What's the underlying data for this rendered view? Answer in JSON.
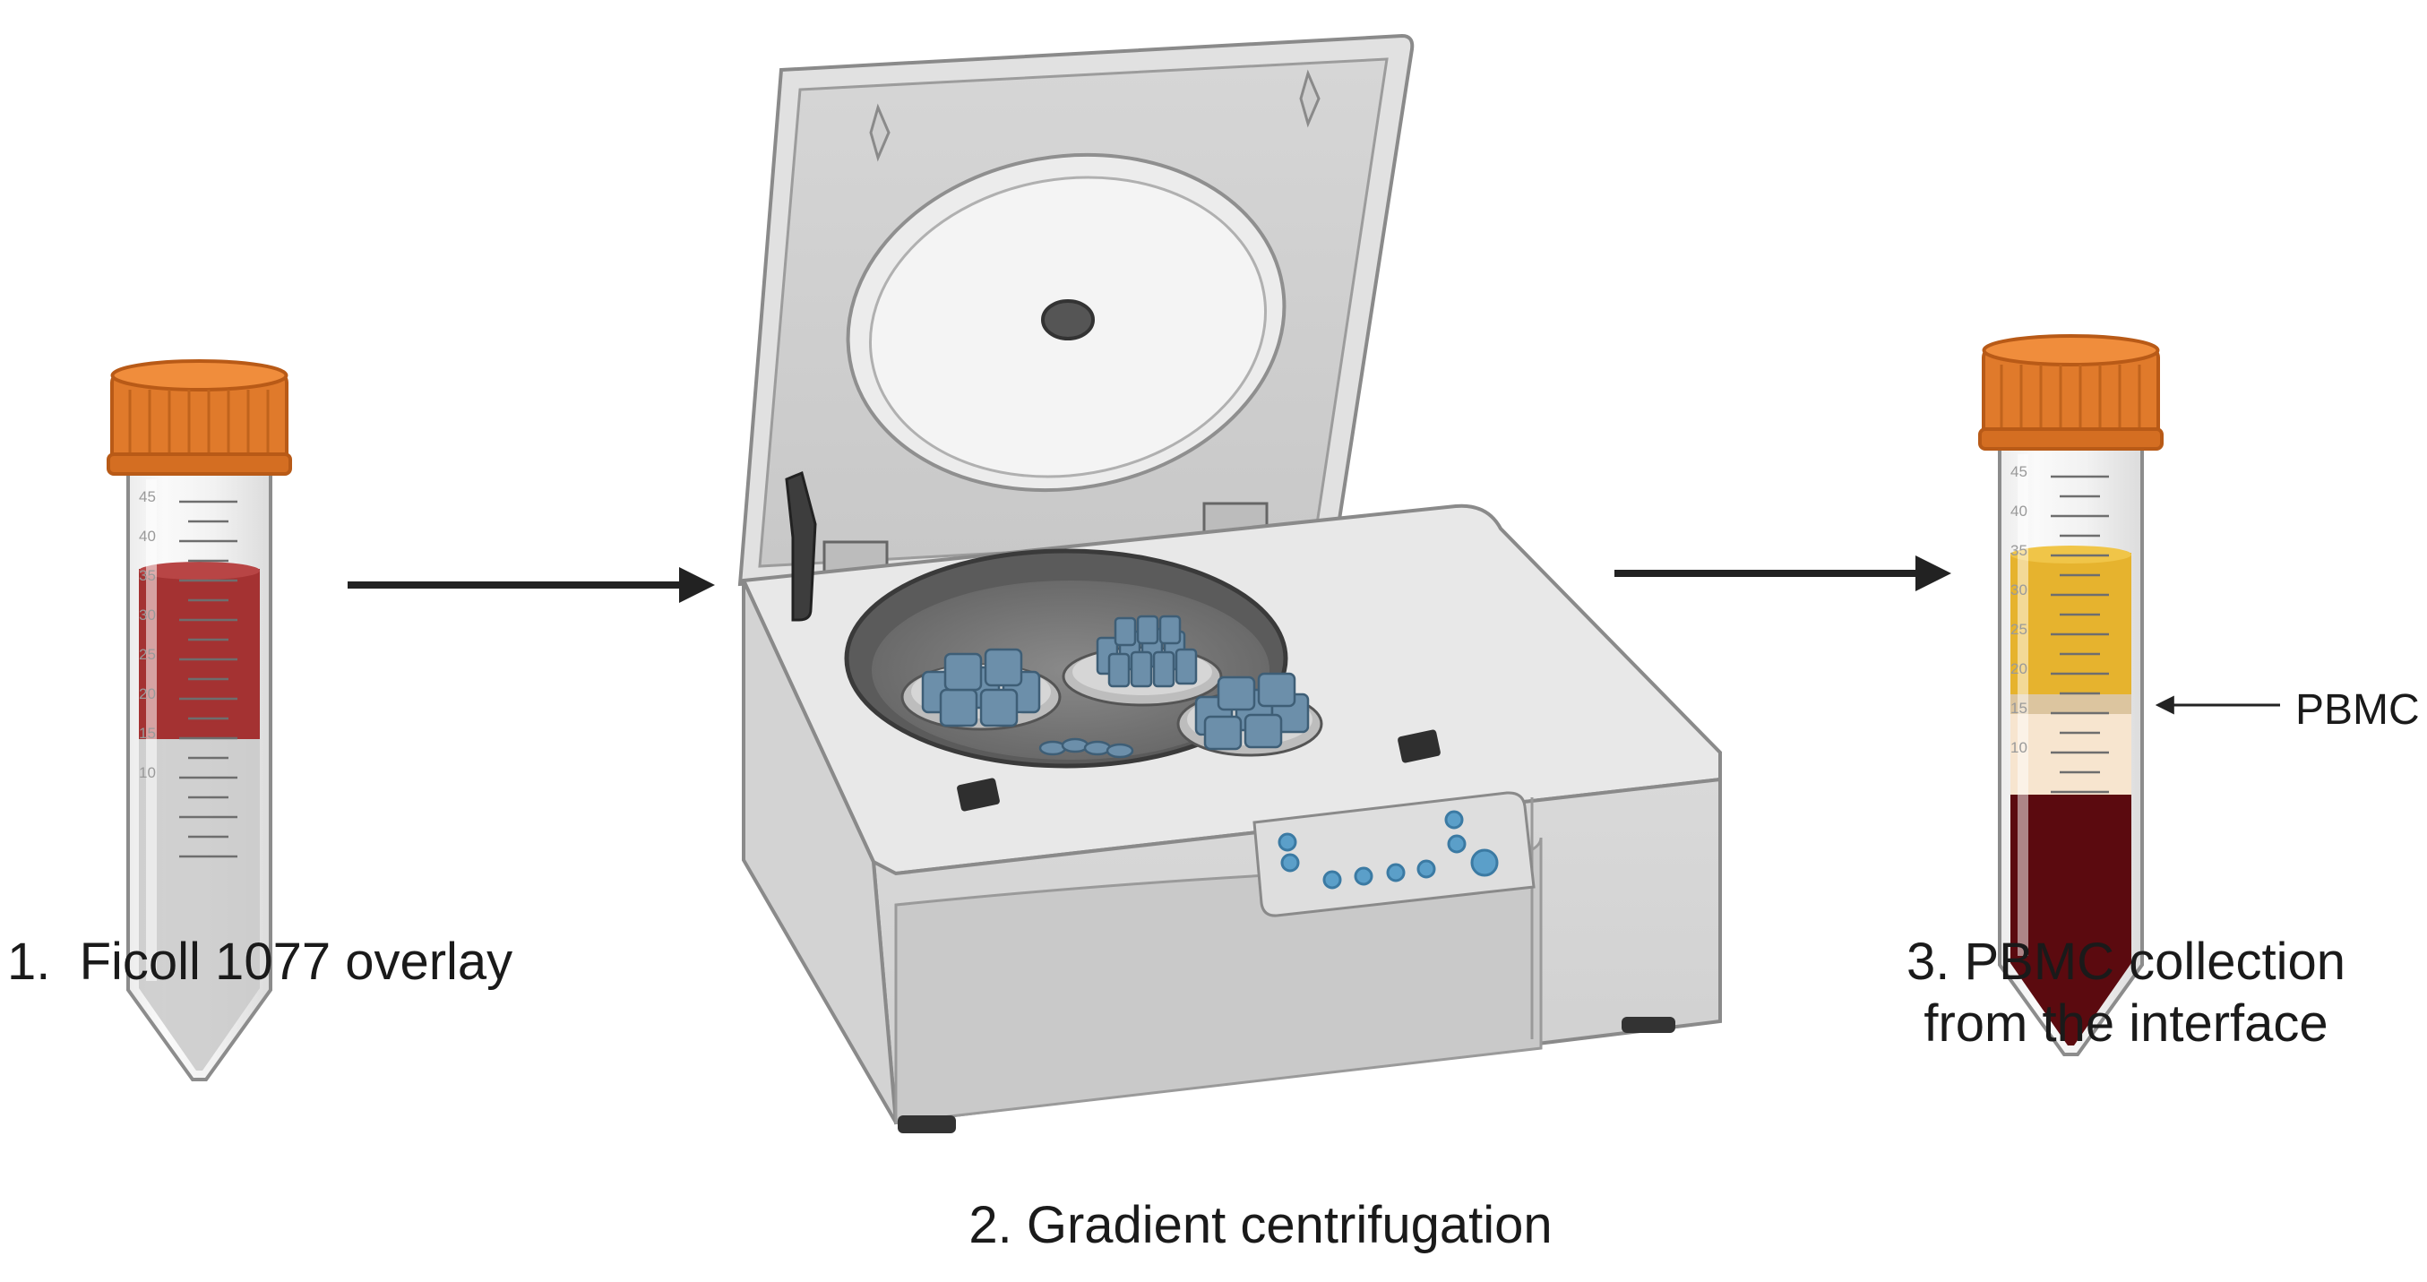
{
  "steps": [
    {
      "line1": "1.  Ficoll 1077 overlay"
    },
    {
      "line1": "2. Gradient centrifugation"
    },
    {
      "line1": "3. PBMC collection",
      "line2": "from the interface"
    }
  ],
  "pbmc_label": "PBMC",
  "tube_marks": [
    "45",
    "40",
    "35",
    "30",
    "25",
    "20",
    "15",
    "10"
  ],
  "colors": {
    "cap": "#e07a2b",
    "cap_dark": "#b85a17",
    "blood": "#a43232",
    "plasma": "#e6b32e",
    "pbmc_layer": "#f7e5cf",
    "rbc": "#5b0a0f",
    "ficoll": "#c9c9c9",
    "device_body": "#e4e4e4",
    "device_lid": "#d4d4d4",
    "button_blue": "#5b9fc9",
    "arrow": "#222222"
  }
}
